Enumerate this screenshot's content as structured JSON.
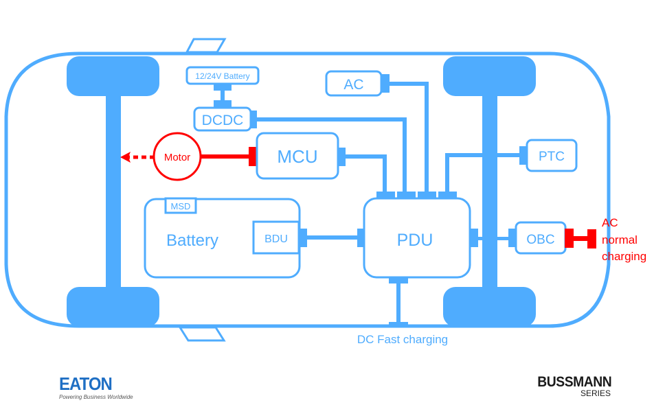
{
  "title": "EV high-voltage power distribution architecture",
  "colors": {
    "primary": "#4facfe",
    "highlight": "#ff0000"
  },
  "components": {
    "battery_12v": "12/24V Battery",
    "dcdc": "DCDC",
    "ac": "AC",
    "motor": "Motor",
    "mcu": "MCU",
    "ptc": "PTC",
    "msd": "MSD",
    "battery": "Battery",
    "bdu": "BDU",
    "pdu": "PDU",
    "obc": "OBC"
  },
  "labels": {
    "dc_fast_charging": "DC Fast charging",
    "ac_normal_charging": [
      "AC",
      "normal",
      "charging"
    ]
  },
  "logos": {
    "eaton": {
      "name": "EATON",
      "tagline": "Powering Business Worldwide"
    },
    "bussmann": {
      "name": "BUSSMANN",
      "series": "SERIES"
    }
  }
}
